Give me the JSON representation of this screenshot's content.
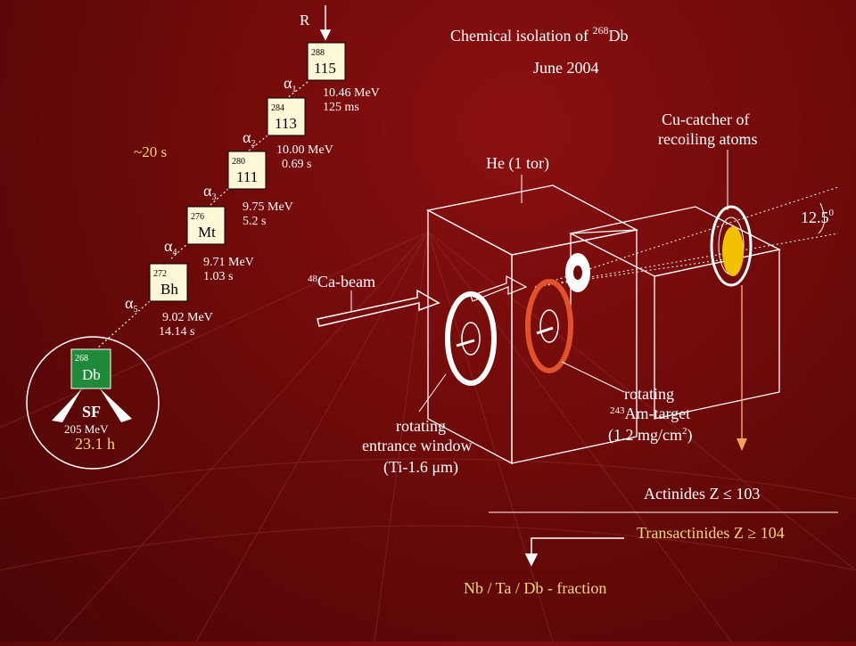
{
  "title": {
    "line1_prefix": "Chemical isolation of ",
    "line1_mass": "268",
    "line1_element": "Db",
    "line2": "June 2004"
  },
  "decay_chain": {
    "beam_marker": "R",
    "total_time": "~20 s",
    "nuclei": [
      {
        "mass": "288",
        "element": "115"
      },
      {
        "mass": "284",
        "element": "113"
      },
      {
        "mass": "280",
        "element": "111"
      },
      {
        "mass": "276",
        "element": "Mt"
      },
      {
        "mass": "272",
        "element": "Bh"
      },
      {
        "mass": "268",
        "element": "Db"
      }
    ],
    "alphas": [
      {
        "symbol": "α",
        "index": "1",
        "energy": "10.46 MeV",
        "time": "125 ms"
      },
      {
        "symbol": "α",
        "index": "2",
        "energy": "10.00 MeV",
        "time": "0.69 s"
      },
      {
        "symbol": "α",
        "index": "3",
        "energy": "9.75 MeV",
        "time": "5.2 s"
      },
      {
        "symbol": "α",
        "index": "4",
        "energy": "9.71 MeV",
        "time": "1.03 s"
      },
      {
        "symbol": "α",
        "index": "5",
        "energy": "9.02 MeV",
        "time": "14.14 s"
      }
    ],
    "fission": {
      "label": "SF",
      "energy": "205 MeV",
      "halflife": "23.1 h"
    }
  },
  "apparatus": {
    "gas": "He (1 tor)",
    "catcher": [
      "Cu-catcher of",
      "recoiling atoms"
    ],
    "angle": "12.5",
    "angle_unit": "0",
    "beam_mass": "48",
    "beam_label": "Ca-beam",
    "window": [
      "rotating",
      "entrance window",
      "(Ti-1.6 μm)"
    ],
    "target_line1": "rotating",
    "target_mass": "243",
    "target_label": "Am-target",
    "target_thickness": "(1.2 mg/cm",
    "target_thickness_exp": "2",
    "target_thickness_close": ")"
  },
  "separation": {
    "actinides": "Actinides  Z ≤ 103",
    "transactinides": "Transactinides  Z ≥ 104",
    "fraction": "Nb / Ta / Db - fraction"
  },
  "colors": {
    "yellow_text": "#f3d77a",
    "green_box": "#1f8a3a",
    "orange_foil": "#e2522a",
    "catcher_yellow": "#f2c200"
  }
}
